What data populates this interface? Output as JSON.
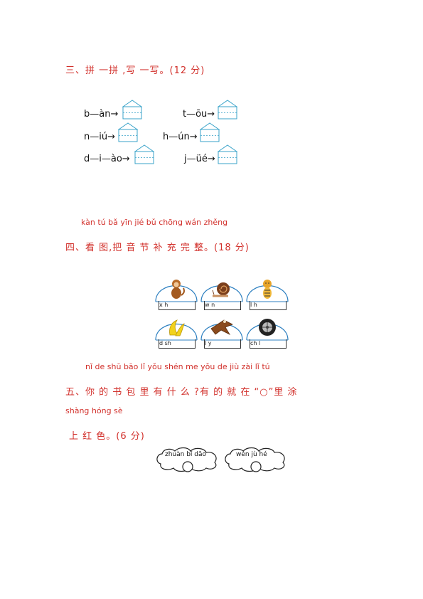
{
  "section3": {
    "title": "三、拼 一拼 ,写  一写。(12 分)",
    "items": [
      {
        "text": "b—àn→"
      },
      {
        "text": "t—ōu→"
      },
      {
        "text": "n—iú→"
      },
      {
        "text": "h—ún→"
      },
      {
        "text": "d—i—ào→"
      },
      {
        "text": "j—üé→"
      }
    ]
  },
  "section4": {
    "pinyin": "kàn tú  bǎ yīn  jié bǔ chōng wán zhěng",
    "title": "四、看 图,把 音  节 补  充   完  整。(18 分)",
    "cards": [
      {
        "picture": "monkey-icon",
        "blanks": "x   h"
      },
      {
        "picture": "snail-icon",
        "blanks": "w   n"
      },
      {
        "picture": "tiger-icon",
        "blanks": "l   h"
      },
      {
        "picture": "banana-icon",
        "blanks": "d    sh"
      },
      {
        "picture": "eagle-icon",
        "blanks": "l    y"
      },
      {
        "picture": "wheel-icon",
        "blanks": "ch    l"
      }
    ]
  },
  "section5": {
    "pinyin1": "nǐ  de shū bāo lǐ yǒu shén me   yǒu de jiù zài        lǐ tú",
    "title1": "五、你 的  书  包 里 有  什 么 ?有 的 就  在  “○”里 涂",
    "pinyin2": "shàng hóng  sè",
    "title2": "上   红   色。(6 分)",
    "clouds": [
      {
        "text": "zhuàn  bǐ  dāo"
      },
      {
        "text": "wén  jù  hé"
      }
    ]
  }
}
